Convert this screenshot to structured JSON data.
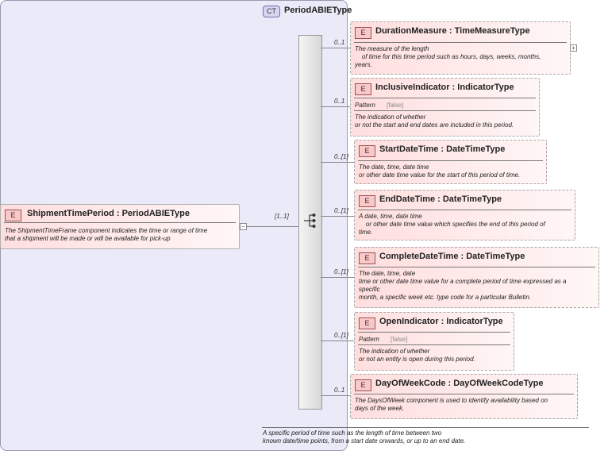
{
  "complex_type": {
    "badge": "CT",
    "name": "PeriodABIEType",
    "description": "A specific period of time such as the length of time between two\nknown date/time points, from a start date onwards, or up to an end date."
  },
  "root": {
    "badge": "E",
    "title": "ShipmentTimePeriod : PeriodABIEType",
    "description": "The ShipmentTimeFrame component indicates the time or range of time\nthat a shipment will be made or will be available for pick-up"
  },
  "sequence": {
    "cardinality": "[1..1]"
  },
  "elements": [
    {
      "badge": "E",
      "title": "DurationMeasure : TimeMeasureType",
      "cardinality": "0..1",
      "description": "The measure of the length\n    of time for this time period such as hours, days, weeks, months,\nyears."
    },
    {
      "badge": "E",
      "title": "InclusiveIndicator : IndicatorType",
      "cardinality": "0..1",
      "pattern_label": "Pattern",
      "pattern_value": "[false]",
      "description": "The indication of whether\nor not the start and end dates are included in this period."
    },
    {
      "badge": "E",
      "title": "StartDateTime : DateTimeType",
      "cardinality": "0..[1]",
      "description": "The date, time, date time\nor other date time value for the start of this period of time."
    },
    {
      "badge": "E",
      "title": "EndDateTime : DateTimeType",
      "cardinality": "0..[1]",
      "description": "A date, time, date time\n    or other date time value which specifies the end of this period of\ntime."
    },
    {
      "badge": "E",
      "title": "CompleteDateTime : DateTimeType",
      "cardinality": "0..[1]",
      "description": "The date, time, date\ntime or other date time value for a complete period of time expressed as a\nspecific\nmonth, a specific week etc. type code for a particular Bulletin."
    },
    {
      "badge": "E",
      "title": "OpenIndicator : IndicatorType",
      "cardinality": "0..[1]",
      "pattern_label": "Pattern",
      "pattern_value": "[false]",
      "description": "The indication of whether\nor not an entity is open during this period."
    },
    {
      "badge": "E",
      "title": "DayOfWeekCode : DayOfWeekCodeType",
      "cardinality": "0..1",
      "description": "The DaysOfWeek component is used to identify availability based on\ndays of the week."
    }
  ],
  "icons": {
    "collapse": "minus-icon",
    "expand": "plus-icon",
    "sequence": "sequence-compositor-icon"
  }
}
